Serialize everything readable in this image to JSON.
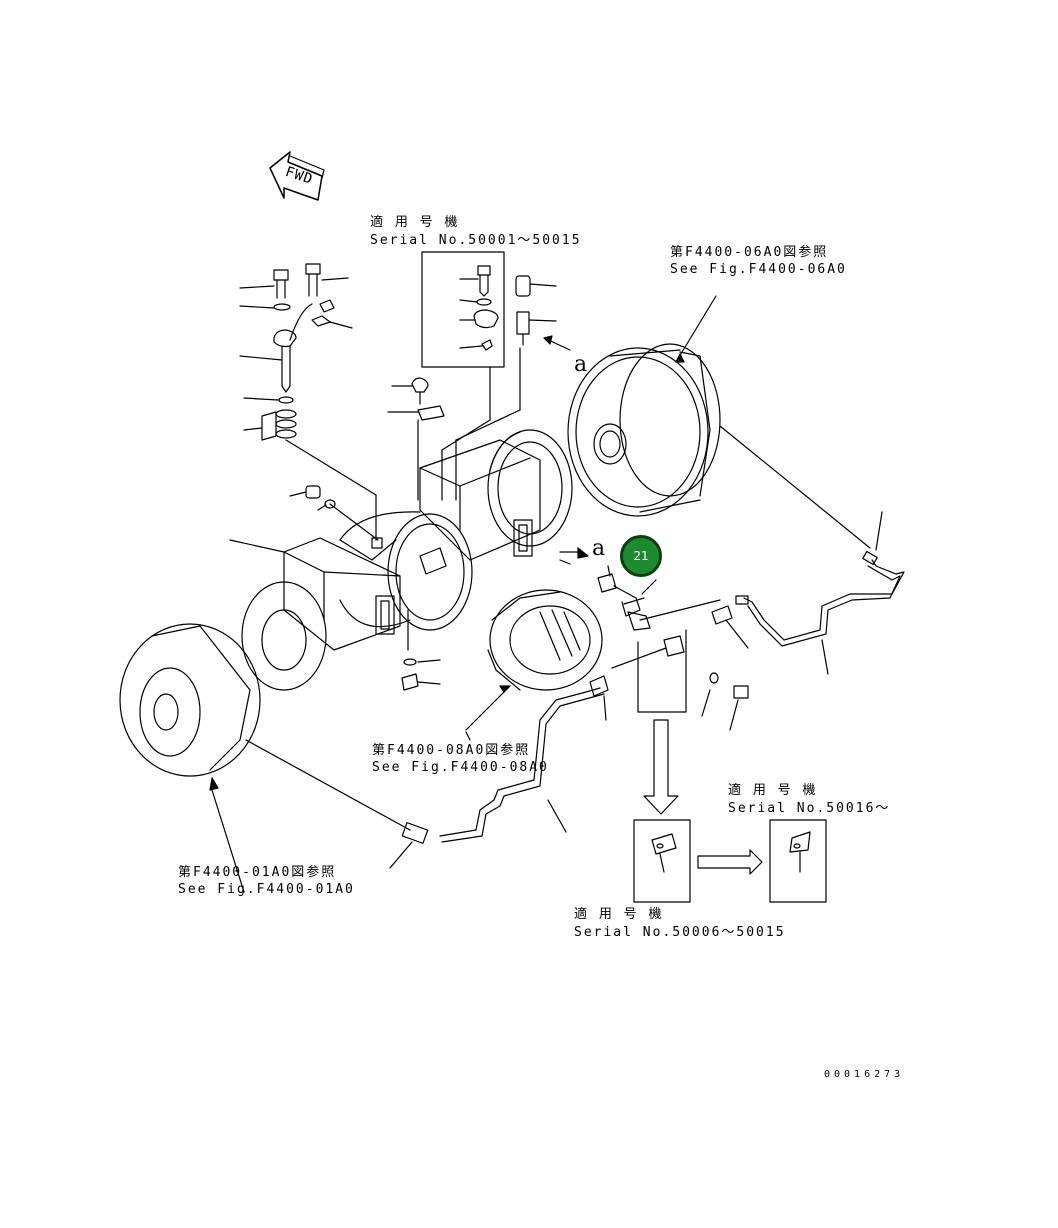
{
  "direction_label": "FWD",
  "detail_letter": "a",
  "callouts": [
    {
      "number": "21",
      "color": "#1d8a2e"
    }
  ],
  "notes": {
    "serial_top": {
      "jp": "適 用 号 機",
      "en": "Serial No.50001～50015"
    },
    "ref_06A0": {
      "jp": "第F4400-06A0図参照",
      "en": "See Fig.F4400-06A0"
    },
    "ref_08A0": {
      "jp": "第F4400-08A0図参照",
      "en": "See Fig.F4400-08A0"
    },
    "ref_01A0": {
      "jp": "第F4400-01A0図参照",
      "en": "See Fig.F4400-01A0"
    },
    "serial_mid": {
      "jp": "適 用 号 機",
      "en": "Serial No.50016～"
    },
    "serial_bottom": {
      "jp": "適 用 号 機",
      "en": "Serial No.50006～50015"
    }
  },
  "drawing_number": "00016273"
}
